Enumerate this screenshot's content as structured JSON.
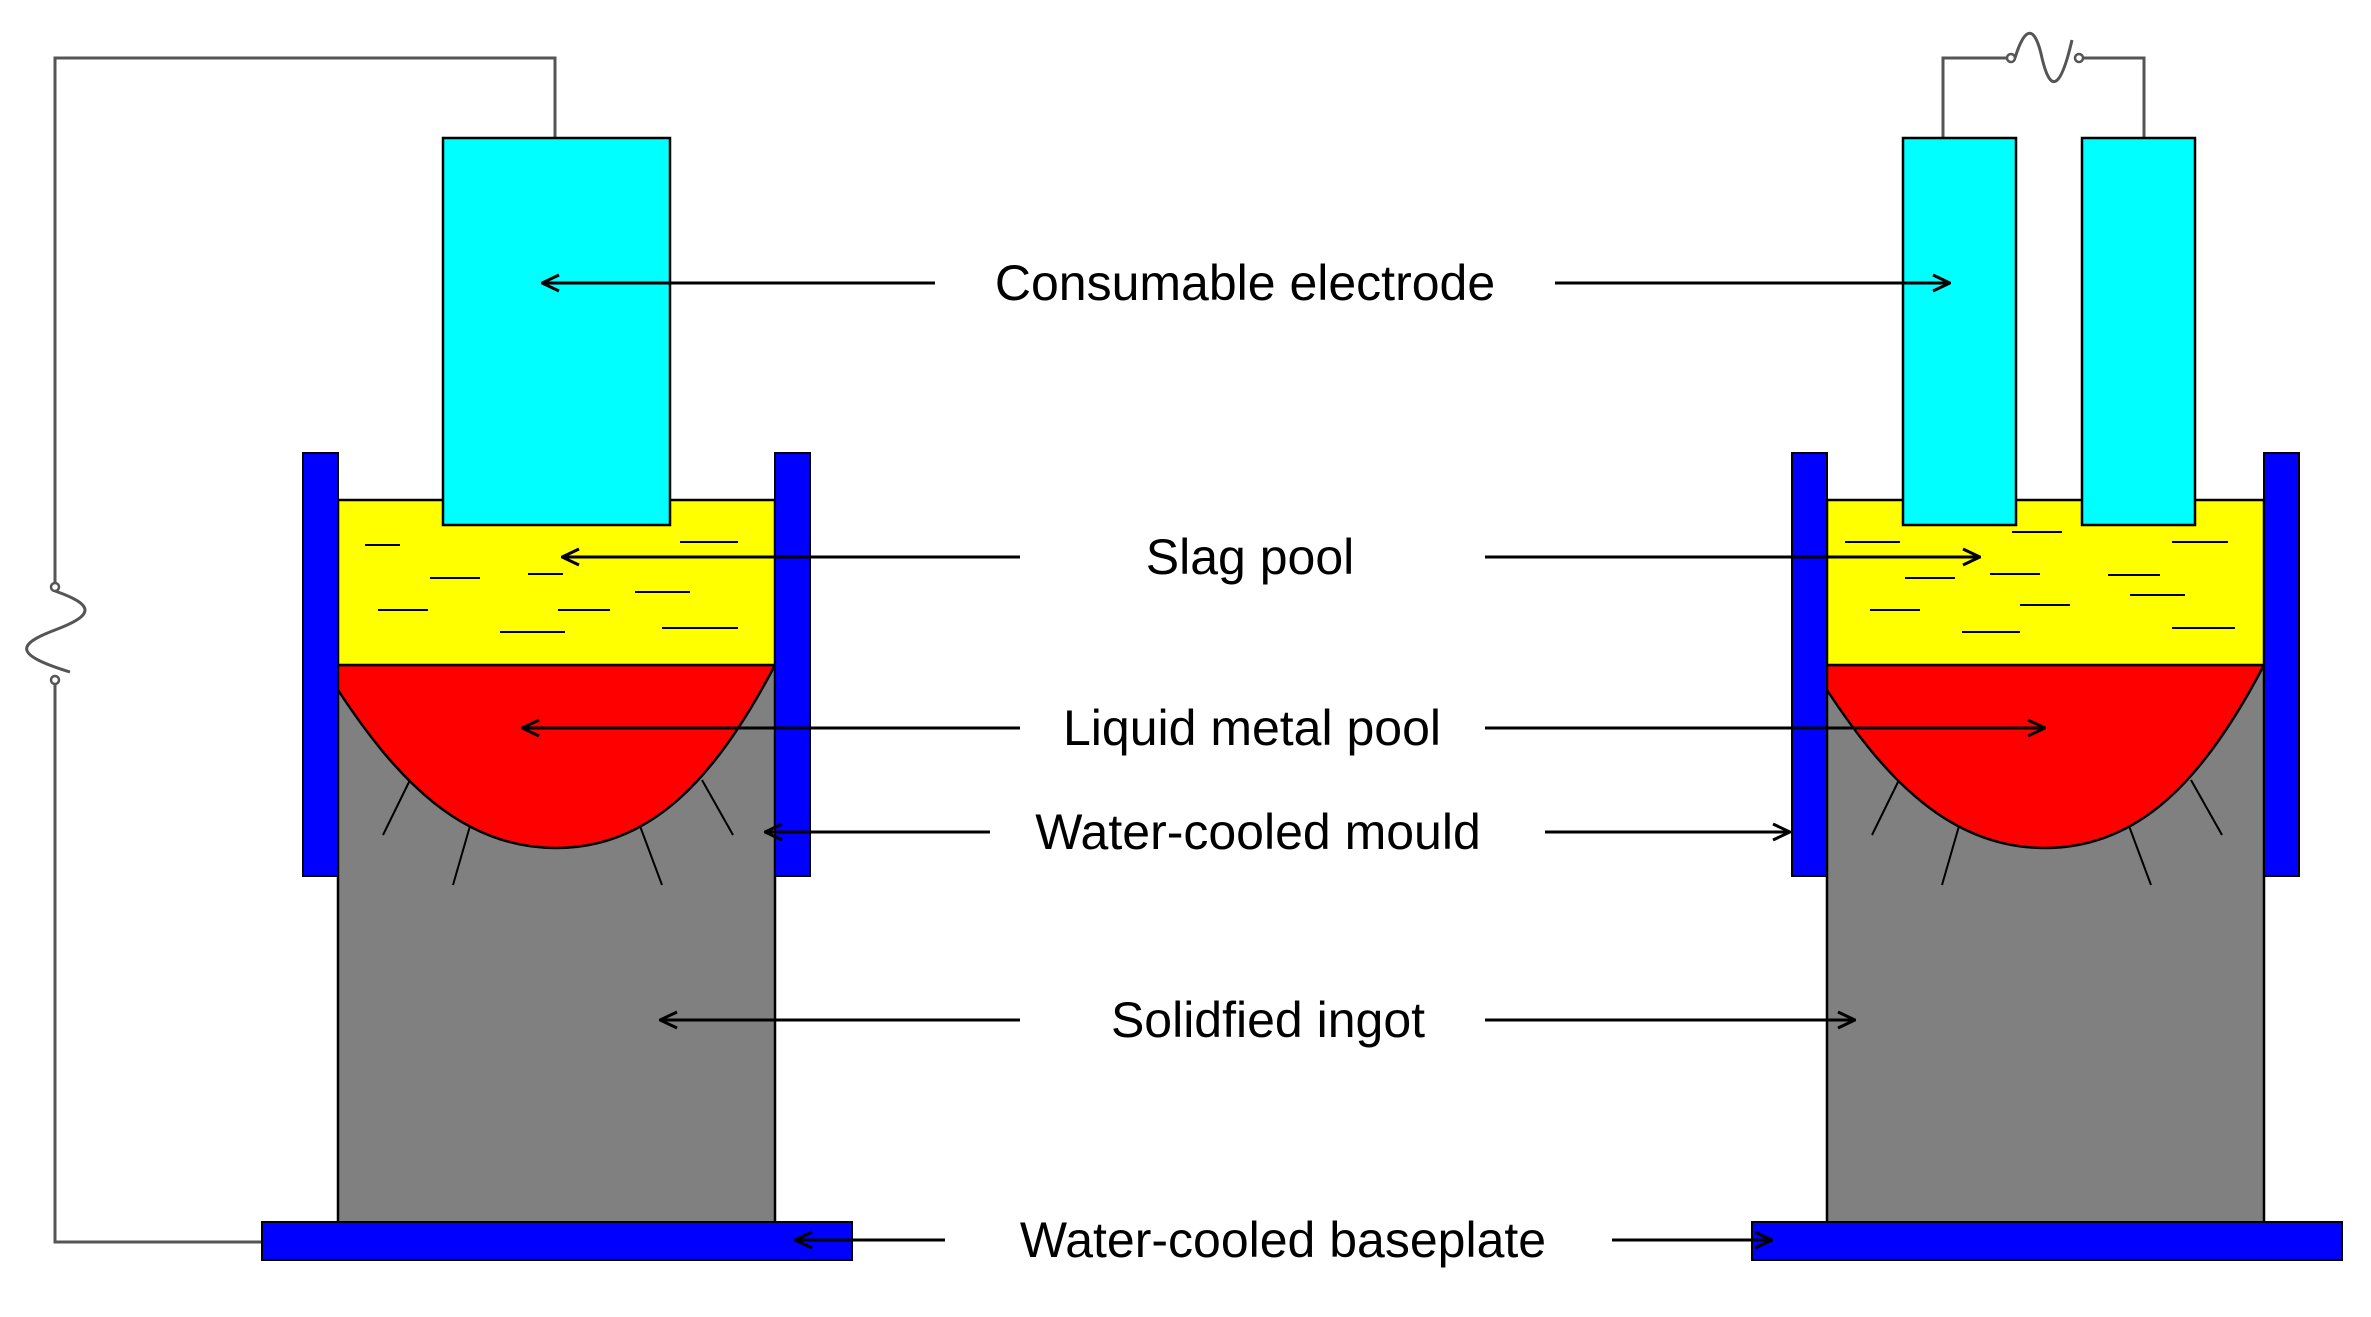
{
  "labels": {
    "consumable_electrode": "Consumable electrode",
    "slag_pool": "Slag pool",
    "liquid_metal_pool": "Liquid metal pool",
    "water_cooled_mould": "Water-cooled mould",
    "solidified_ingot": "Solidfied ingot",
    "water_cooled_baseplate": "Water-cooled baseplate"
  },
  "colors": {
    "electrode": "#00FFFF",
    "slag": "#FFFF00",
    "liquid_metal": "#FF0000",
    "ingot": "#808080",
    "mould": "#0000FF",
    "baseplate": "#0000FF",
    "line": "#000000",
    "wire": "#555555"
  },
  "symbols": {
    "left_power_source": "ac-source-symbol",
    "right_power_source": "ac-source-symbol"
  }
}
